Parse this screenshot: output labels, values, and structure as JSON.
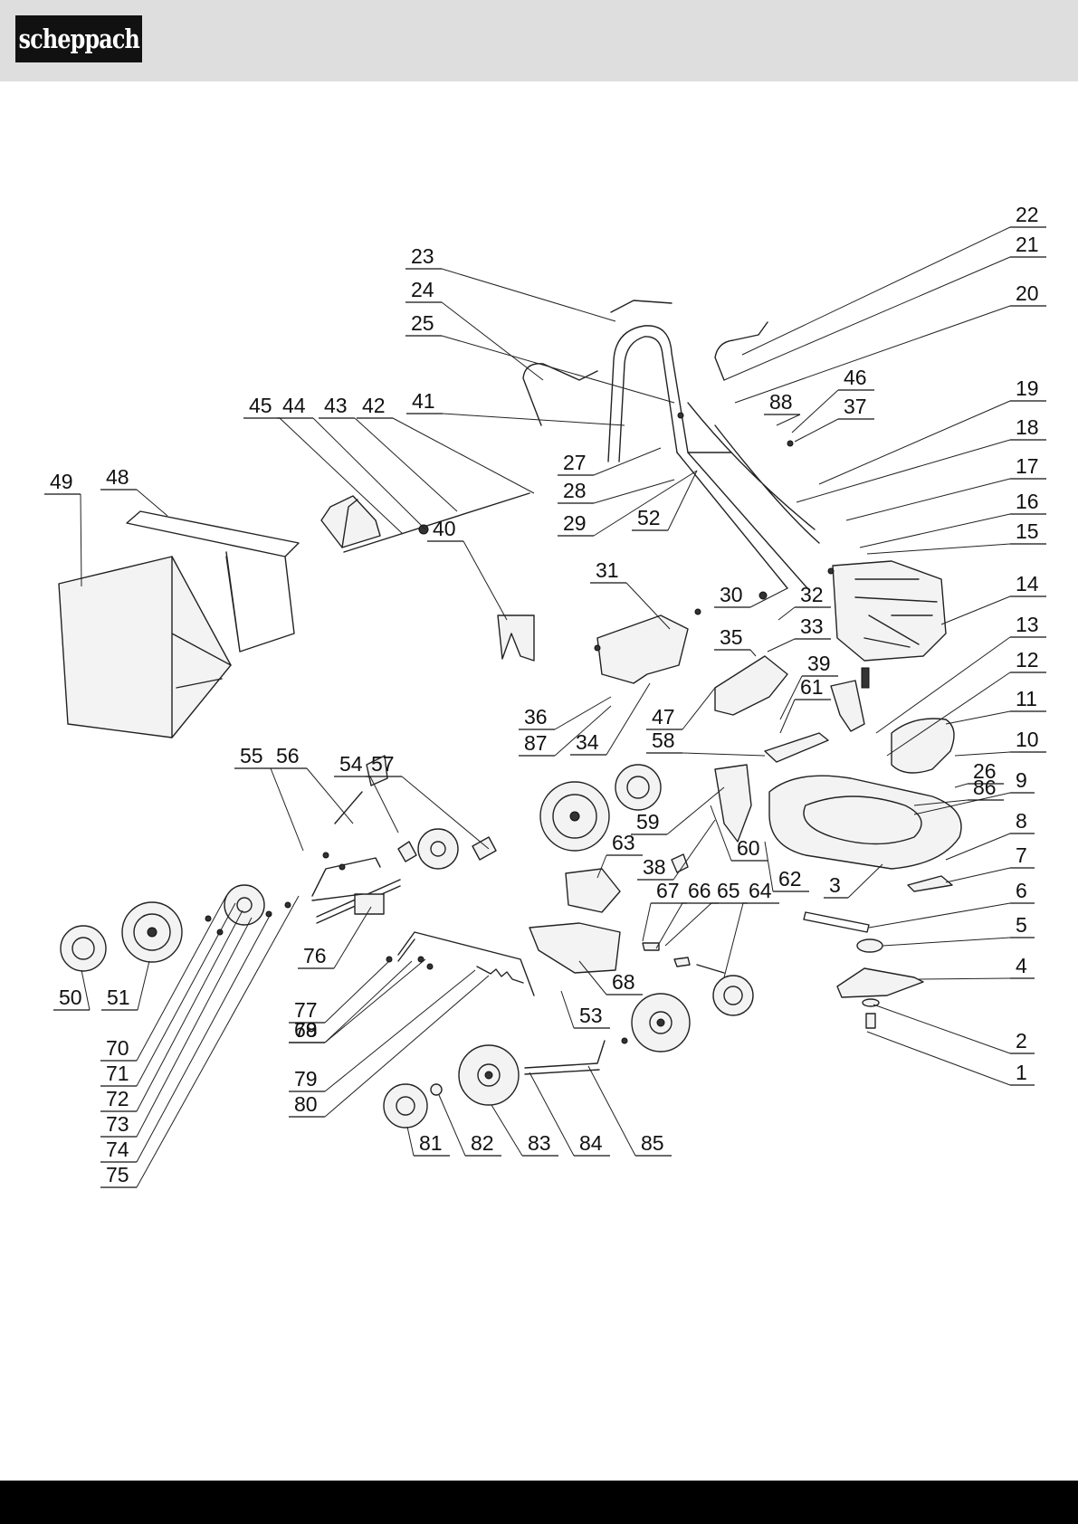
{
  "header": {
    "brand": "scheppach",
    "background": "#dedede"
  },
  "footer": {
    "color": "#000000"
  },
  "callouts": [
    "1",
    "2",
    "3",
    "4",
    "5",
    "6",
    "7",
    "8",
    "9",
    "10",
    "11",
    "12",
    "13",
    "14",
    "15",
    "16",
    "17",
    "18",
    "19",
    "20",
    "21",
    "22",
    "23",
    "24",
    "25",
    "26",
    "27",
    "28",
    "29",
    "30",
    "31",
    "32",
    "33",
    "34",
    "35",
    "36",
    "37",
    "38",
    "39",
    "40",
    "41",
    "42",
    "43",
    "44",
    "45",
    "46",
    "47",
    "48",
    "49",
    "50",
    "51",
    "52",
    "53",
    "54",
    "55",
    "56",
    "57",
    "58",
    "59",
    "60",
    "61",
    "62",
    "63",
    "64",
    "65",
    "66",
    "67",
    "68",
    "69",
    "70",
    "71",
    "72",
    "73",
    "74",
    "75",
    "76",
    "77",
    "78",
    "79",
    "80",
    "81",
    "82",
    "83",
    "84",
    "85",
    "86",
    "87",
    "88"
  ]
}
